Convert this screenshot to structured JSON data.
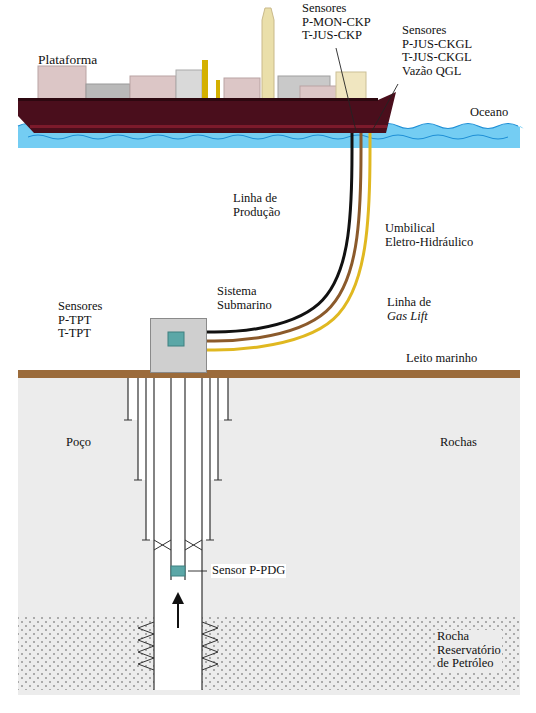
{
  "diagram": {
    "nodes": [
      {
        "text": [
          "Plataforma"
        ]
      },
      {
        "text": [
          "Sistema Submarino"
        ]
      }
    ],
    "edges": [
      {
        "from": 0,
        "to": 1,
        "arrow": "none",
        "label": "Linha de Produção"
      },
      {
        "from": 0,
        "to": 1,
        "arrow": "none",
        "label": "Umbilical Eletro-Hidráulico"
      },
      {
        "from": 0,
        "to": 1,
        "arrow": "none",
        "label": "Linha de Gas Lift"
      }
    ],
    "labels": [
      "Sensores P-MON-CKP T-JUS-CKP",
      "Sensores P-JUS-CKGL T-JUS-CKGL Vazão QGL",
      "Oceano",
      "Sensores P-TPT T-TPT",
      "Leito marinho",
      "Poço",
      "Rochas",
      "Sensor P-PDG",
      "Rocha Reservatório de Petróleo"
    ]
  }
}
